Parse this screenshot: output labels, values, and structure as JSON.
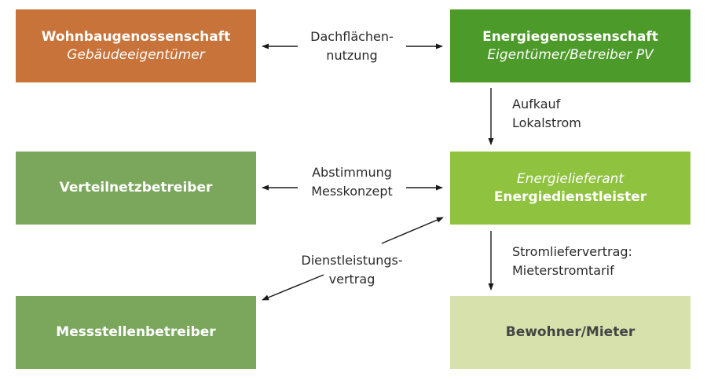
{
  "boxes": {
    "wohnbau": {
      "line1": "Wohnbaugenossenschaft",
      "line2": "Gebäudeeigentümer",
      "color": "#C8733A"
    },
    "energiegen": {
      "line1": "Energiegenossenschaft",
      "line2": "Eigentümer/Betreiber PV",
      "color": "#4C9A2A"
    },
    "verteil": {
      "line1": "Verteilnetzbetreiber",
      "color": "#7BA75D"
    },
    "lieferant": {
      "line1": "Energielieferant",
      "line2": "Energiedienstleister",
      "color": "#8FC23F"
    },
    "mess": {
      "line1": "Messstellenbetreiber",
      "color": "#7BA75D"
    },
    "bewohner": {
      "line1": "Bewohner/Mieter",
      "color": "#D6E1AB",
      "text_color": "#444444"
    }
  },
  "labels": {
    "dach": {
      "line1": "Dachflächen-",
      "line2": "nutzung"
    },
    "aufkauf": {
      "line1": "Aufkauf",
      "line2": "Lokalstrom"
    },
    "abstimmung": {
      "line1": "Abstimmung",
      "line2": "Messkonzept"
    },
    "dienst": {
      "line1": "Dienstleistungs-",
      "line2": "vertrag"
    },
    "strom": {
      "line1": "Stromliefervertrag:",
      "line2": "Mieterstromtarif"
    }
  }
}
